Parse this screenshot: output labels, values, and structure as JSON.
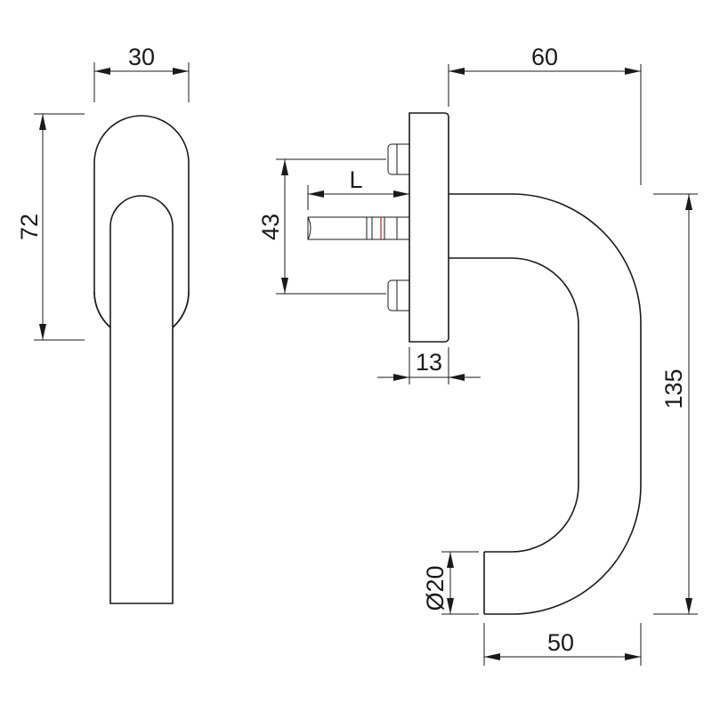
{
  "dimensions": {
    "front_width": "30",
    "front_height": "72",
    "spindle_length": "L",
    "screw_spacing": "43",
    "rosette_depth": "13",
    "projection": "60",
    "total_height": "135",
    "grip_diameter": "Ø20",
    "grip_width": "50"
  },
  "colors": {
    "line": "#1a1a1a",
    "accent": "#c0392b",
    "background": "#ffffff"
  }
}
